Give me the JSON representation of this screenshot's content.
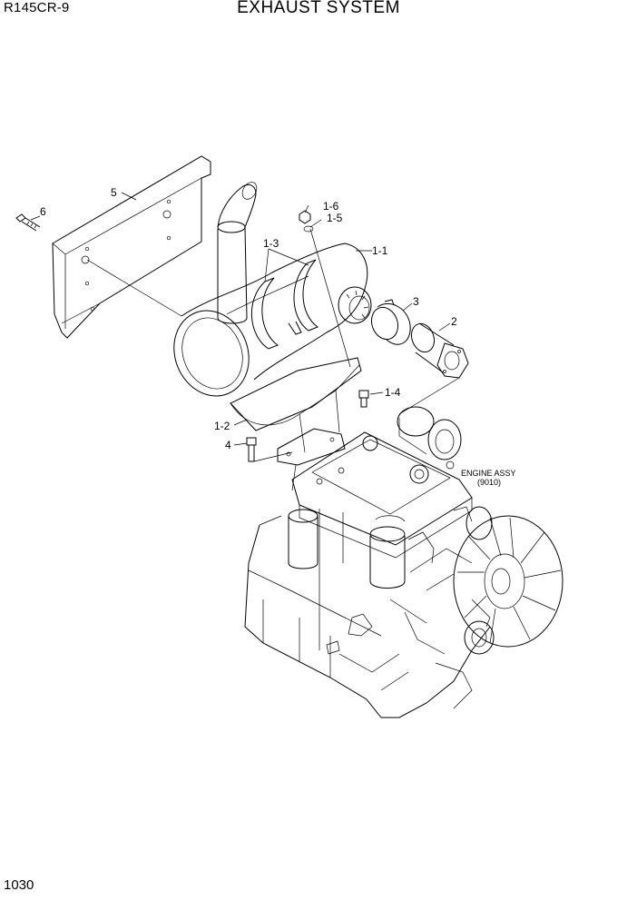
{
  "header": {
    "model": "R145CR-9",
    "title": "EXHAUST SYSTEM"
  },
  "footer": {
    "page": "1030"
  },
  "callouts": {
    "c5": "5",
    "c6": "6",
    "c1_6": "1-6",
    "c1_5": "1-5",
    "c1_3": "1-3",
    "c1_1": "1-1",
    "c3": "3",
    "c2": "2",
    "c1_4": "1-4",
    "c1_2": "1-2",
    "c4": "4"
  },
  "engine_note": {
    "line1": "ENGINE ASSY",
    "line2": "(9010)"
  }
}
